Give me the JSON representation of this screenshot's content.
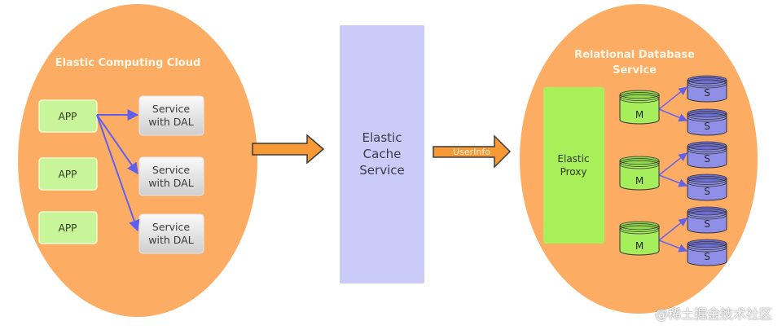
{
  "left_group": {
    "title": "Elastic Computing Cloud",
    "apps": [
      "APP",
      "APP",
      "APP"
    ],
    "services": [
      {
        "line1": "Service",
        "line2": "with DAL"
      },
      {
        "line1": "Service",
        "line2": "with DAL"
      },
      {
        "line1": "Service",
        "line2": "with DAL"
      }
    ]
  },
  "cache": {
    "line1": "Elastic",
    "line2": "Cache",
    "line3": "Service"
  },
  "arrow_to_db": {
    "label": "UserInfo"
  },
  "right_group": {
    "title_line1": "Relational Database",
    "title_line2": "Service",
    "proxy": {
      "line1": "Elastic",
      "line2": "Proxy"
    },
    "masters": [
      "M",
      "M",
      "M"
    ],
    "slaves": [
      "S",
      "S",
      "S",
      "S",
      "S",
      "S"
    ]
  },
  "watermark": "@稀土掘金技术社区",
  "colors": {
    "ellipse": "#fdac63",
    "app": "#c8f59a",
    "proxy": "#a9ef5a",
    "cache": "#cbcbf8",
    "arrow": "#f79a36",
    "connector": "#6666ee",
    "slave": "#8f8fe8",
    "master": "#a6ee5c"
  }
}
